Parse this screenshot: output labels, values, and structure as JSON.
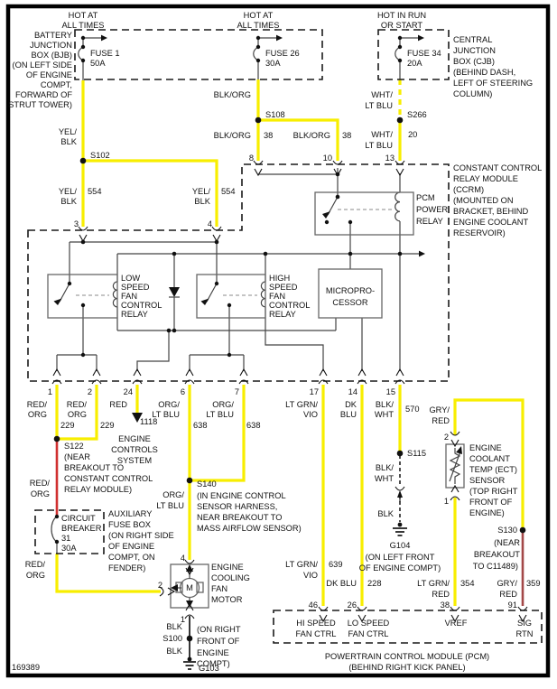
{
  "figure_number": "169389",
  "colors": {
    "wire_highlight": "#f8ee00",
    "wire_red": "#d03030",
    "wire_dark_red": "#a34848"
  },
  "feeds": {
    "hot_left": [
      "HOT AT",
      "ALL TIMES"
    ],
    "hot_mid": [
      "HOT AT",
      "ALL TIMES"
    ],
    "hot_right": [
      "HOT IN RUN",
      "OR START"
    ],
    "bjb": [
      "BATTERY",
      "JUNCTION",
      "BOX (BJB)",
      "(ON LEFT SIDE",
      "OF ENGINE",
      "COMPT,",
      "FORWARD OF",
      "STRUT TOWER)"
    ],
    "cjb": [
      "CENTRAL",
      "JUNCTION",
      "BOX (CJB)",
      "(BEHIND DASH,",
      "LEFT OF STEERING",
      "COLUMN)"
    ],
    "fuse1": [
      "FUSE 1",
      "50A"
    ],
    "fuse26": [
      "FUSE 26",
      "30A"
    ],
    "fuse34": [
      "FUSE 34",
      "20A"
    ]
  },
  "wires": {
    "yel_blk": [
      "YEL/",
      "BLK"
    ],
    "s102": "S102",
    "c554": "554",
    "blk_org": "BLK/ORG",
    "s108": "S108",
    "c38": "38",
    "wht_ltblu": [
      "WHT/",
      "LT BLU"
    ],
    "s266": "S266",
    "c20": "20",
    "red_org": [
      "RED/",
      "ORG"
    ],
    "c229": "229",
    "red": "RED",
    "c1118": "1118",
    "org_ltblu": [
      "ORG/",
      "LT BLU"
    ],
    "c638": "638",
    "lt_grn_vio": [
      "LT GRN/",
      "VIO"
    ],
    "dk_blu": [
      "DK",
      "BLU"
    ],
    "dk_blu_1": "DK BLU",
    "blk_wht": [
      "BLK/",
      "WHT"
    ],
    "c570": "570",
    "c639": "639",
    "c228": "228",
    "lt_grn_red": [
      "LT GRN/",
      "RED"
    ],
    "c354": "354",
    "gry_red": [
      "GRY/",
      "RED"
    ],
    "c359": "359",
    "blk": "BLK"
  },
  "ccrm": {
    "name": [
      "CONSTANT CONTROL",
      "RELAY MODULE",
      "(CCRM)",
      "(MOUNTED ON",
      "BRACKET, BEHIND",
      "ENGINE COOLANT",
      "RESERVOIR)"
    ],
    "pcm_power_relay": [
      "PCM",
      "POWER",
      "RELAY"
    ],
    "low_relay": [
      "LOW",
      "SPEED",
      "FAN",
      "CONTROL",
      "RELAY"
    ],
    "high_relay": [
      "HIGH",
      "SPEED",
      "FAN",
      "CONTROL",
      "RELAY"
    ],
    "micro": [
      "MICROPRO-",
      "CESSOR"
    ],
    "pins_top": [
      "3",
      "4",
      "8",
      "10",
      "13"
    ],
    "pins_bottom": [
      "1",
      "2",
      "24",
      "6",
      "7",
      "17",
      "14",
      "15"
    ]
  },
  "splices": {
    "s122": [
      "S122",
      "(NEAR",
      "BREAKOUT TO",
      "CONSTANT CONTROL",
      "RELAY MODULE)"
    ],
    "s140": [
      "S140",
      "(IN ENGINE CONTROL",
      "SENSOR HARNESS,",
      "NEAR BREAKOUT TO",
      "MASS AIRFLOW SENSOR)"
    ],
    "s100": "S100",
    "s115": "S115",
    "s130": [
      "S130",
      "(NEAR",
      "BREAKOUT",
      "TO C11489)"
    ]
  },
  "engine_controls": [
    "ENGINE",
    "CONTROLS",
    "SYSTEM"
  ],
  "breaker": {
    "name": [
      "CIRCUIT",
      "BREAKER",
      "31",
      "30A"
    ],
    "location": [
      "AUXILIARY",
      "FUSE BOX",
      "(ON RIGHT SIDE",
      "OF ENGINE",
      "COMPT, ON",
      "FENDER)"
    ]
  },
  "motor": {
    "name": [
      "ENGINE",
      "COOLING",
      "FAN",
      "MOTOR"
    ],
    "pins": [
      "4",
      "2",
      "1"
    ],
    "symbol": "M",
    "location": [
      "(ON RIGHT",
      "FRONT OF",
      "ENGINE",
      "COMPT)"
    ]
  },
  "grounds": {
    "g103": "G103",
    "g104": [
      "G104",
      "(ON LEFT FRONT",
      "OF ENGINE COMPT)"
    ]
  },
  "ect": {
    "name": [
      "ENGINE",
      "COOLANT",
      "TEMP (ECT)",
      "SENSOR",
      "(TOP RIGHT",
      "FRONT OF",
      "ENGINE)"
    ],
    "pins": [
      "2",
      "1"
    ]
  },
  "pcm": {
    "pins": [
      "46",
      "26",
      "38",
      "91"
    ],
    "functions": [
      "HI SPEED",
      "FAN CTRL",
      "LO SPEED",
      "FAN CTRL",
      "VREF",
      "SIG",
      "RTN"
    ],
    "name": [
      "POWERTRAIN CONTROL MODULE (PCM)",
      "(BEHIND RIGHT KICK PANEL)"
    ]
  }
}
